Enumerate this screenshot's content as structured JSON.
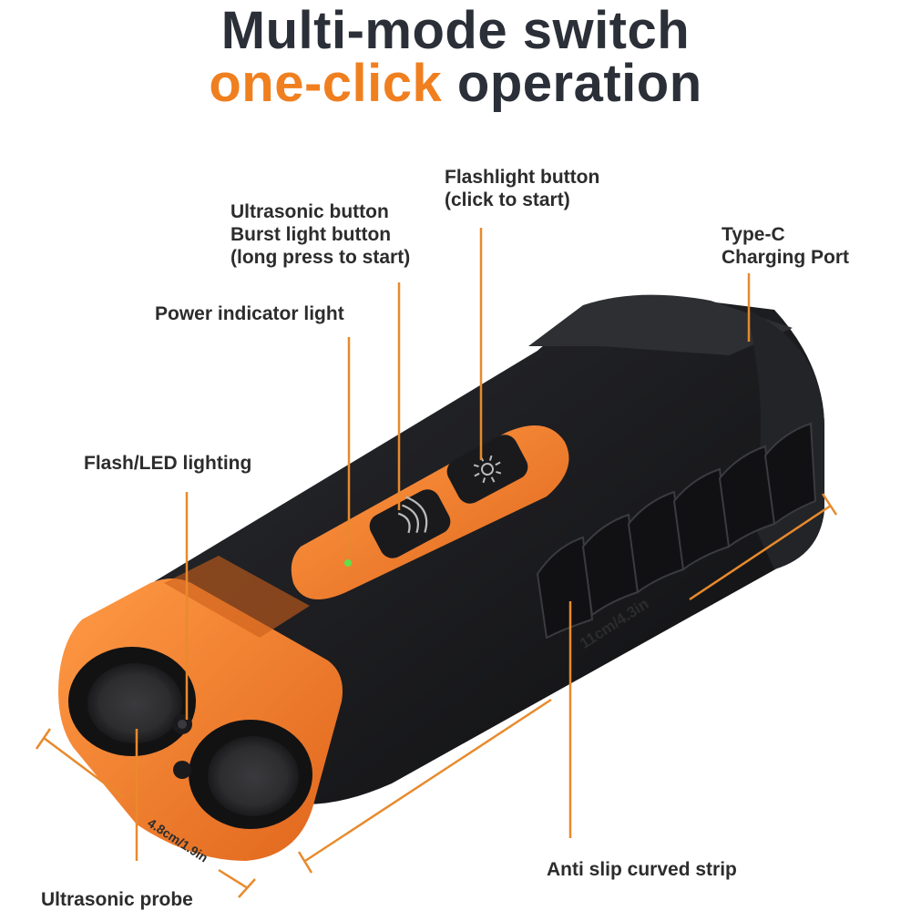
{
  "headline": {
    "line1": "Multi-mode switch",
    "line2_accent": "one-click",
    "line2_rest": " operation"
  },
  "callouts": {
    "flashlight_button": [
      "Flashlight button",
      "(click to start)"
    ],
    "ultrasonic_button": [
      "Ultrasonic button",
      "Burst light button",
      "(long press to start)"
    ],
    "type_c": [
      "Type-C",
      "Charging Port"
    ],
    "power_indicator": "Power indicator light",
    "flash_led": "Flash/LED lighting",
    "anti_slip": "Anti slip curved strip",
    "ultrasonic_probe": "Ultrasonic probe"
  },
  "dimensions": {
    "length": "11cm/4.3in",
    "width": "4.8cm/1.9in"
  },
  "colors": {
    "accent": "#f07f1f",
    "body": "#1c1d20",
    "text": "#2b2f38",
    "indicator": "#5fe04a"
  },
  "icons": {
    "ultrasonic_button_icon": "wave-icon",
    "flashlight_button_icon": "sun-icon"
  }
}
